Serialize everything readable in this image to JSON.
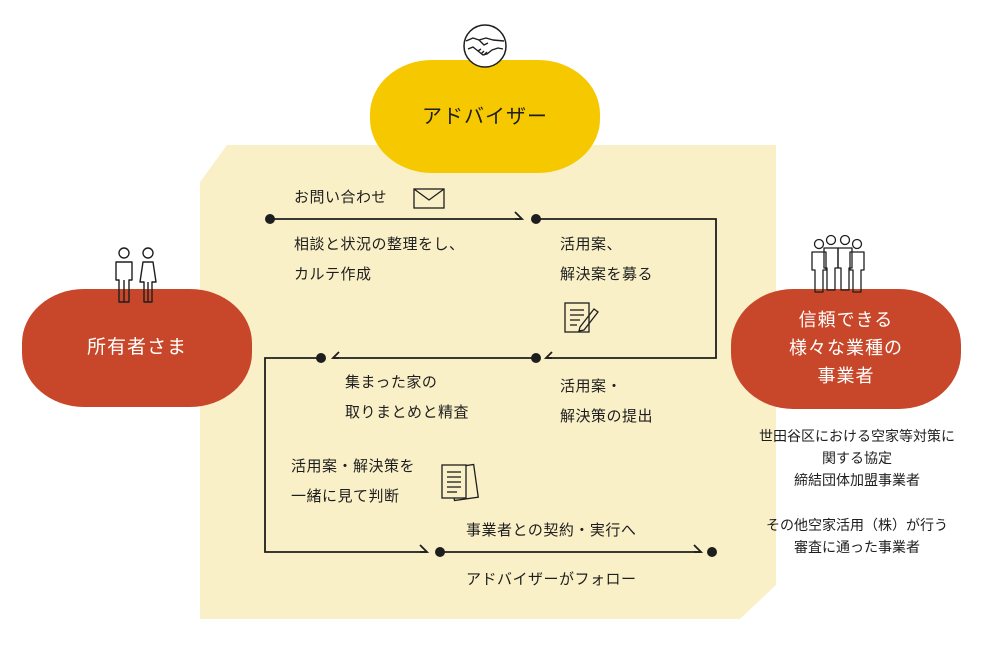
{
  "actors": {
    "owner": "所有者さま",
    "advisor": "アドバイザー",
    "partner": [
      "信頼できる",
      "様々な業種の",
      "事業者"
    ]
  },
  "steps": {
    "inquiry": "お問い合わせ",
    "consultation": [
      "相談と状況の整理をし、",
      "カルテ作成"
    ],
    "recruit": [
      "活用案、",
      "解決案を募る"
    ],
    "submit": [
      "活用案・",
      "解決策の提出"
    ],
    "compile": [
      "集まった家の",
      "取りまとめと精査"
    ],
    "review": [
      "活用案・解決策を",
      "一緒に見て判断"
    ],
    "contract": "事業者との契約・実行へ",
    "follow": "アドバイザーがフォロー"
  },
  "partner_notes": {
    "agreement": [
      "世田谷区における空家等対策に",
      "関する協定",
      "締結団体加盟事業者"
    ],
    "other": [
      "その他空家活用（株）が行う",
      "審査に通った事業者"
    ]
  },
  "colors": {
    "owner": "#c8472a",
    "advisor": "#f6c800",
    "partner": "#c8472a",
    "panel": "#faf0c8",
    "line": "#1e1e1e"
  },
  "icons": {
    "advisor": "handshake-icon",
    "owner": "couple-icon",
    "partner": "group-icon",
    "inquiry": "envelope-icon",
    "recruit": "document-pen-icon",
    "review": "documents-stack-icon"
  }
}
